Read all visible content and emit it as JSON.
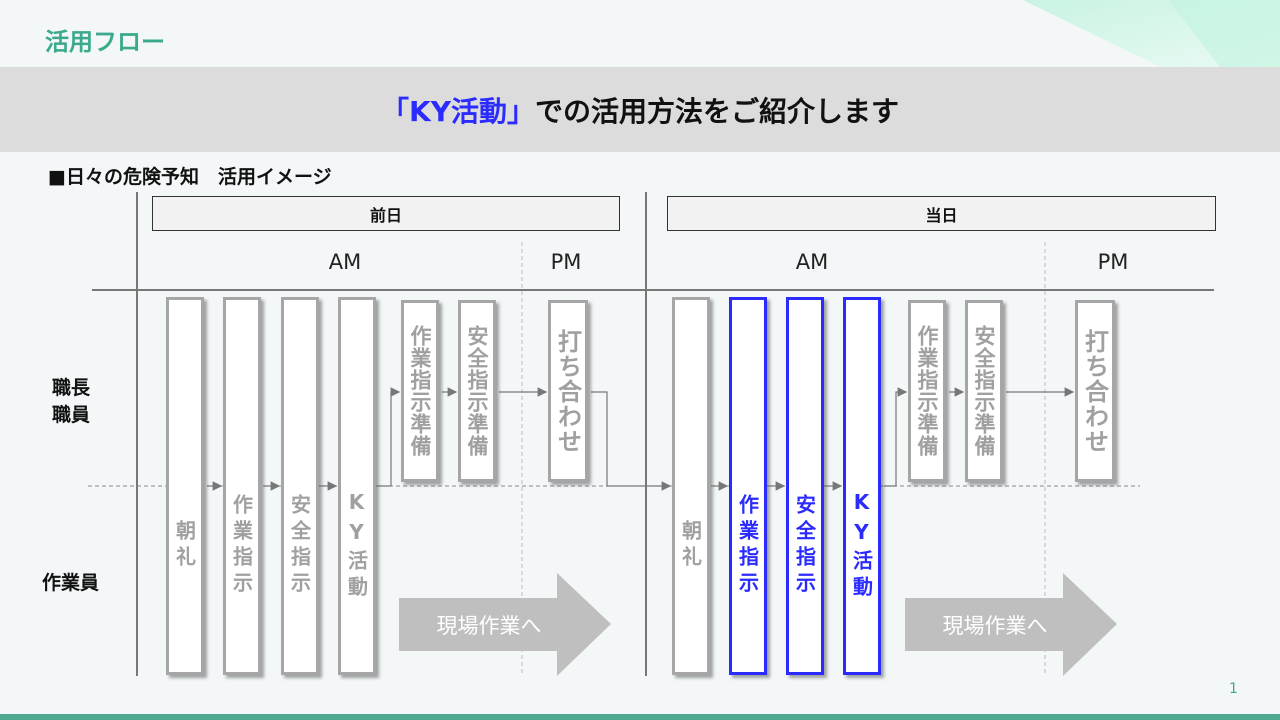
{
  "header": {
    "title": "活用フロー"
  },
  "banner": {
    "prefix": "「KY活動」",
    "suffix": "での活用方法をご紹介します"
  },
  "section": {
    "title": "■日々の危険予知　活用イメージ"
  },
  "days": {
    "prev": "前日",
    "today": "当日"
  },
  "times": {
    "am": "AM",
    "pm": "PM"
  },
  "roles": {
    "foreman1": "職長",
    "foreman2": "職員",
    "worker": "作業員"
  },
  "steps": {
    "morning": "朝礼",
    "work_instr": "作業指示",
    "safety_instr": "安全指示",
    "ky": "KY活動",
    "work_prep": "作業指示準備",
    "safety_prep": "安全指示準備",
    "meeting": "打ち合わせ"
  },
  "arrow_label": "現場作業へ",
  "page_number": "1",
  "colors": {
    "accent": "#3ba98b",
    "highlight": "#2b2bff",
    "muted": "#a6a6a6"
  }
}
